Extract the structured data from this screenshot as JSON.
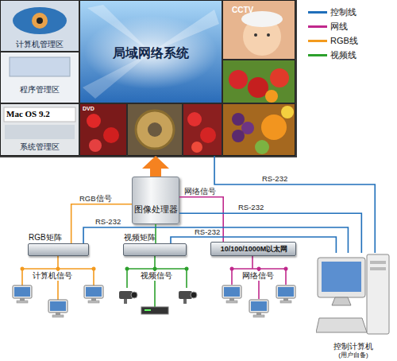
{
  "diagram": {
    "nodes": [
      {
        "text": [
          "局域网络系统"
        ]
      },
      {
        "text": [
          "计算机管理区"
        ],
        "in": 0
      },
      {
        "text": [
          "程序管理区"
        ],
        "in": 0
      },
      {
        "text": [
          "Mac OS 9.2",
          "系统管理区"
        ],
        "in": 0
      },
      {
        "text": [
          "CCTV"
        ],
        "in": 0
      },
      {
        "text": [
          "图像处理器"
        ]
      },
      {
        "text": [
          "RGB矩阵"
        ]
      },
      {
        "text": [
          "视频矩阵"
        ]
      },
      {
        "text": [
          "10/100/1000M以太网"
        ]
      },
      {
        "text": [
          "控制计算机",
          "(用户自备)"
        ]
      }
    ],
    "edges": [
      {
        "from": 5,
        "to": 0,
        "arrow": "to"
      },
      {
        "from": 6,
        "to": 5,
        "label": "RGB信号",
        "arrow": "none"
      },
      {
        "from": 7,
        "to": 5,
        "arrow": "none"
      },
      {
        "from": 8,
        "to": 5,
        "label": "网络信号",
        "arrow": "none"
      },
      {
        "from": 9,
        "to": 0,
        "label": "RS-232",
        "arrow": "none"
      },
      {
        "from": 9,
        "to": 5,
        "label": "RS-232",
        "arrow": "none"
      },
      {
        "from": 9,
        "to": 6,
        "label": "RS-232",
        "arrow": "none"
      },
      {
        "from": 9,
        "to": 7,
        "label": "RS-232",
        "arrow": "none"
      }
    ],
    "labels": [
      "计算机信号",
      "视频信号",
      "网络信号",
      "DVD"
    ],
    "legend": [
      {
        "text": "控制线",
        "color": "#1f6fba"
      },
      {
        "text": "网线",
        "color": "#c0288c"
      },
      {
        "text": "RGB线",
        "color": "#f39a1e"
      },
      {
        "text": "视频线",
        "color": "#2ca02c"
      }
    ]
  }
}
